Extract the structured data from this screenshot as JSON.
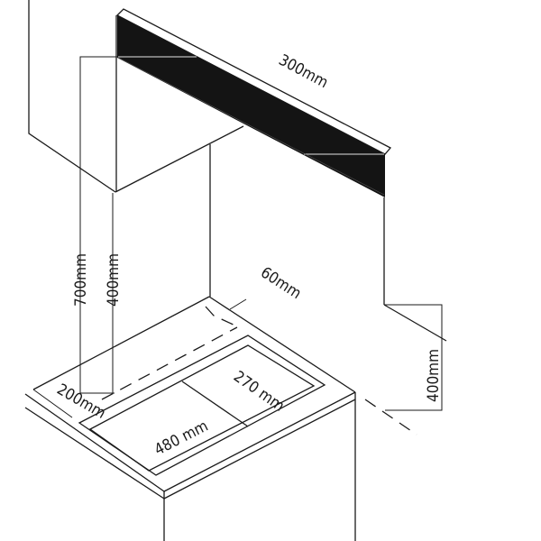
{
  "diagram": {
    "labels": {
      "hood_width": "300mm",
      "hood_to_counter": "700mm",
      "hood_bottom_to_counter": "400mm",
      "back_clearance": "60mm",
      "front_clearance": "200mm",
      "hob_depth": "270 mm",
      "hob_width": "480 mm",
      "side_clearance": "400mm"
    },
    "colors": {
      "line": "#1a1a1a",
      "hood_fill": "#141414"
    }
  }
}
